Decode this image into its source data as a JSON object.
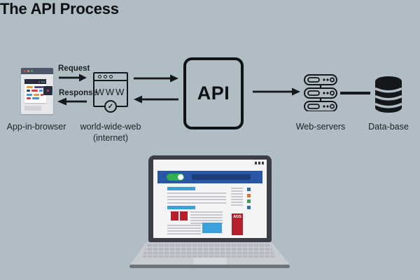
{
  "title": "The API Process",
  "colors": {
    "background": "#b1bdc5",
    "ink": "#15181b",
    "accent_blue": "#2a57a5",
    "navy": "#1d3e78",
    "toggle_green": "#2fae52",
    "section_blue": "#3d9ed8",
    "image_blue": "#3ba1dc",
    "ad_red": "#b5202f",
    "bezel": "#3b3f45",
    "base_gray": "#c8ccd0",
    "bottom_bar": "#6e737a"
  },
  "flow": {
    "app": {
      "label": "App-in-browser"
    },
    "request_label": "Request",
    "response_label": "Response",
    "www": {
      "text": "WWW",
      "check_glyph": "✓",
      "label_line1": "world-wide-web",
      "label_line2": "(internet)"
    },
    "api": {
      "label": "API"
    },
    "webservers": {
      "label": "Web-servers"
    },
    "database": {
      "label": "Data-base"
    }
  },
  "laptop": {
    "ads_label": "ADS"
  }
}
